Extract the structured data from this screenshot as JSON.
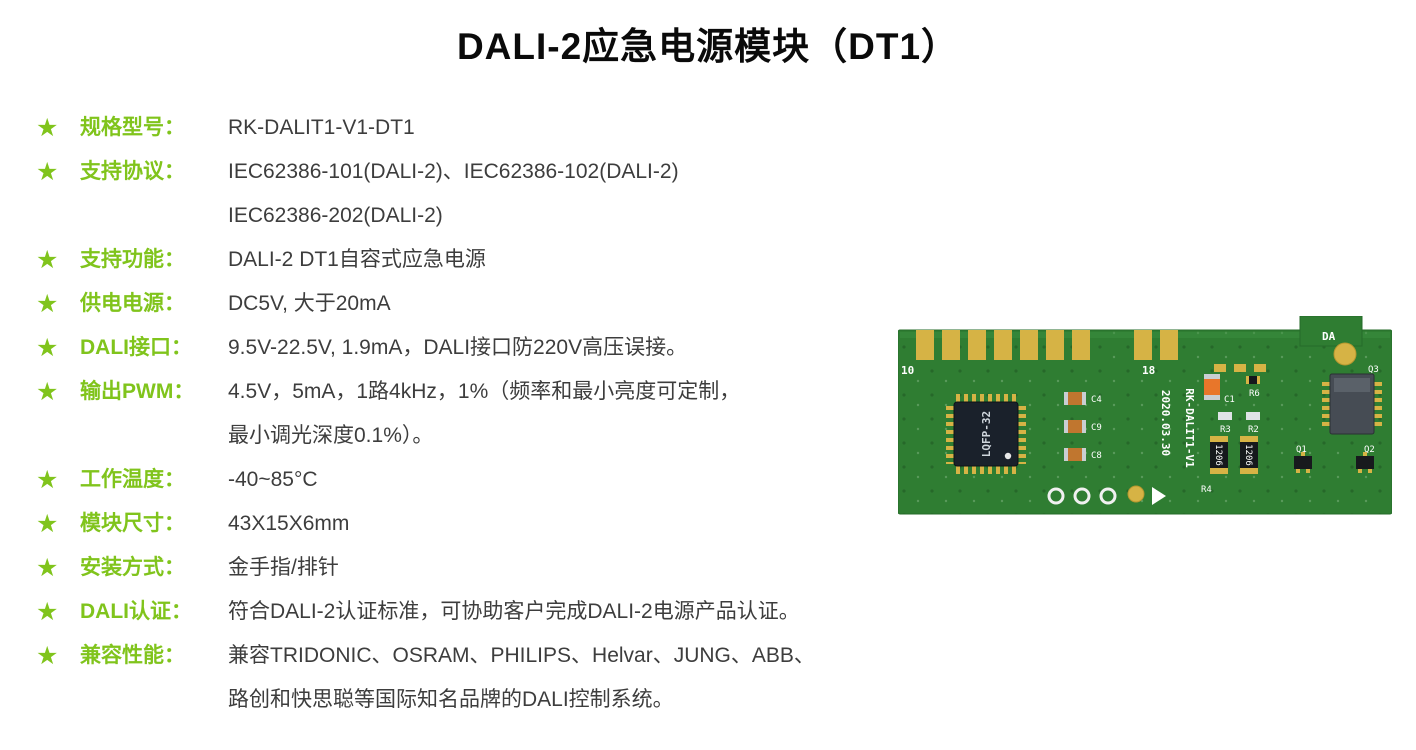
{
  "page": {
    "title": "DALI-2应急电源模块（DT1）"
  },
  "theme": {
    "accent_green": "#80c41c",
    "text_dark": "#3d3d3d",
    "star": "★",
    "board_green": "#2f7d32",
    "gold": "#d6b345"
  },
  "specs": [
    {
      "label": "规格型号：",
      "lines": [
        "RK-DALIT1-V1-DT1"
      ]
    },
    {
      "label": "支持协议：",
      "lines": [
        "IEC62386-101(DALI-2)、IEC62386-102(DALI-2)",
        "IEC62386-202(DALI-2)"
      ]
    },
    {
      "label": "支持功能：",
      "lines": [
        "DALI-2 DT1自容式应急电源"
      ]
    },
    {
      "label": "供电电源：",
      "lines": [
        "DC5V, 大于20mA"
      ]
    },
    {
      "label": "DALI接口：",
      "lines": [
        "9.5V-22.5V, 1.9mA，DALI接口防220V高压误接。"
      ]
    },
    {
      "label": "输出PWM：",
      "lines": [
        "4.5V，5mA，1路4kHz，1%（频率和最小亮度可定制，",
        "最小调光深度0.1%）。"
      ]
    },
    {
      "label": "工作温度：",
      "lines": [
        "-40~85°C"
      ]
    },
    {
      "label": "模块尺寸：",
      "lines": [
        "43X15X6mm"
      ]
    },
    {
      "label": "安装方式：",
      "lines": [
        "金手指/排针"
      ]
    },
    {
      "label": "DALI认证：",
      "lines": [
        "符合DALI-2认证标准，可协助客户完成DALI-2电源产品认证。"
      ]
    },
    {
      "label": "兼容性能：",
      "lines": [
        "兼容TRIDONIC、OSRAM、PHILIPS、Helvar、JUNG、ABB、",
        "路创和快思聪等国际知名品牌的DALI控制系统。"
      ]
    }
  ],
  "pcb": {
    "silk": {
      "pin10": "10",
      "pin18": "18",
      "chip_label": "LQFP-32",
      "date": "2020.03.30",
      "model": "RK-DALIT1-V1",
      "da_pad": "DA",
      "c1": "C1",
      "c4": "C4",
      "c8": "C8",
      "c9": "C9",
      "r2": "R2",
      "r3": "R3",
      "r4": "R4",
      "r6": "R6",
      "q1": "Q1",
      "q2": "Q2",
      "q3": "Q3",
      "pkg1206_left": "1206",
      "pkg1206_right": "1206"
    }
  }
}
